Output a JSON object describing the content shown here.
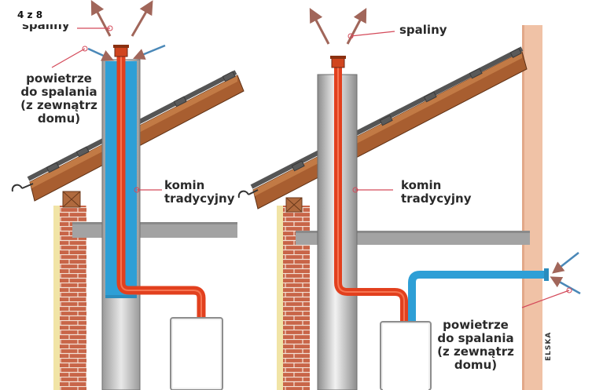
{
  "page_indicator": "4 z 8",
  "left": {
    "label_top": "spaliny",
    "label_air": [
      "powietrze",
      "do spalania",
      "(z zewnątrz",
      "domu)"
    ],
    "label_chimney": [
      "komin",
      "tradycyjny"
    ]
  },
  "right": {
    "label_exhaust": "spaliny",
    "label_chimney": [
      "komin",
      "tradycyjny"
    ],
    "label_air": [
      "powietrze",
      "do spalania",
      "(z zewnątrz",
      "domu)"
    ]
  },
  "credit_fragment": "ELSKA",
  "colors": {
    "flue": "#e2401e",
    "air": "#2e9fd6",
    "chimney": "#cfcfcf",
    "roof": "#a25a2c",
    "brick": "#b8553a",
    "wall": "#f0c2a6"
  }
}
